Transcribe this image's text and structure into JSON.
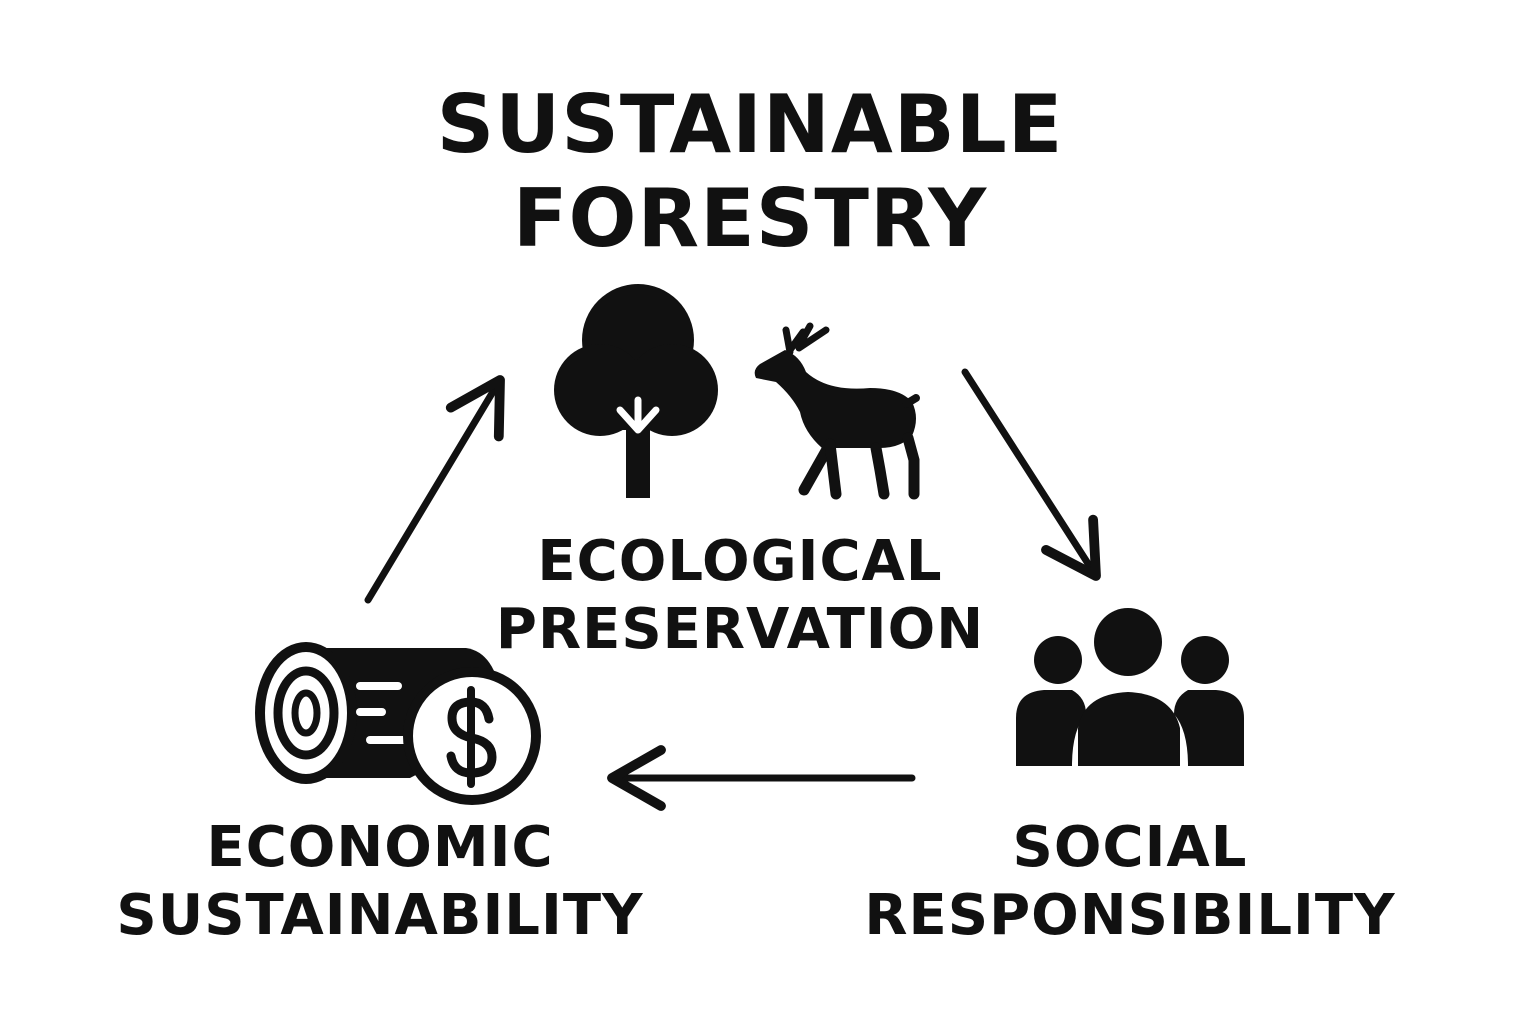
{
  "title": {
    "line1": "SUSTAINABLE",
    "line2": "FORESTRY"
  },
  "nodes": {
    "ecological": {
      "line1": "ECOLOGICAL",
      "line2": "PRESERVATION",
      "icons": [
        "tree-icon",
        "deer-icon"
      ]
    },
    "social": {
      "line1": "SOCIAL",
      "line2": "RESPONSIBILITY",
      "icons": [
        "people-group-icon"
      ]
    },
    "economic": {
      "line1": "ECONOMIC",
      "line2": "SUSTAINABILITY",
      "icons": [
        "log-icon",
        "dollar-coin-icon"
      ]
    }
  },
  "flow": [
    "economic-to-ecological",
    "ecological-to-social",
    "social-to-economic"
  ],
  "colors": {
    "ink": "#111111",
    "background": "#ffffff"
  }
}
